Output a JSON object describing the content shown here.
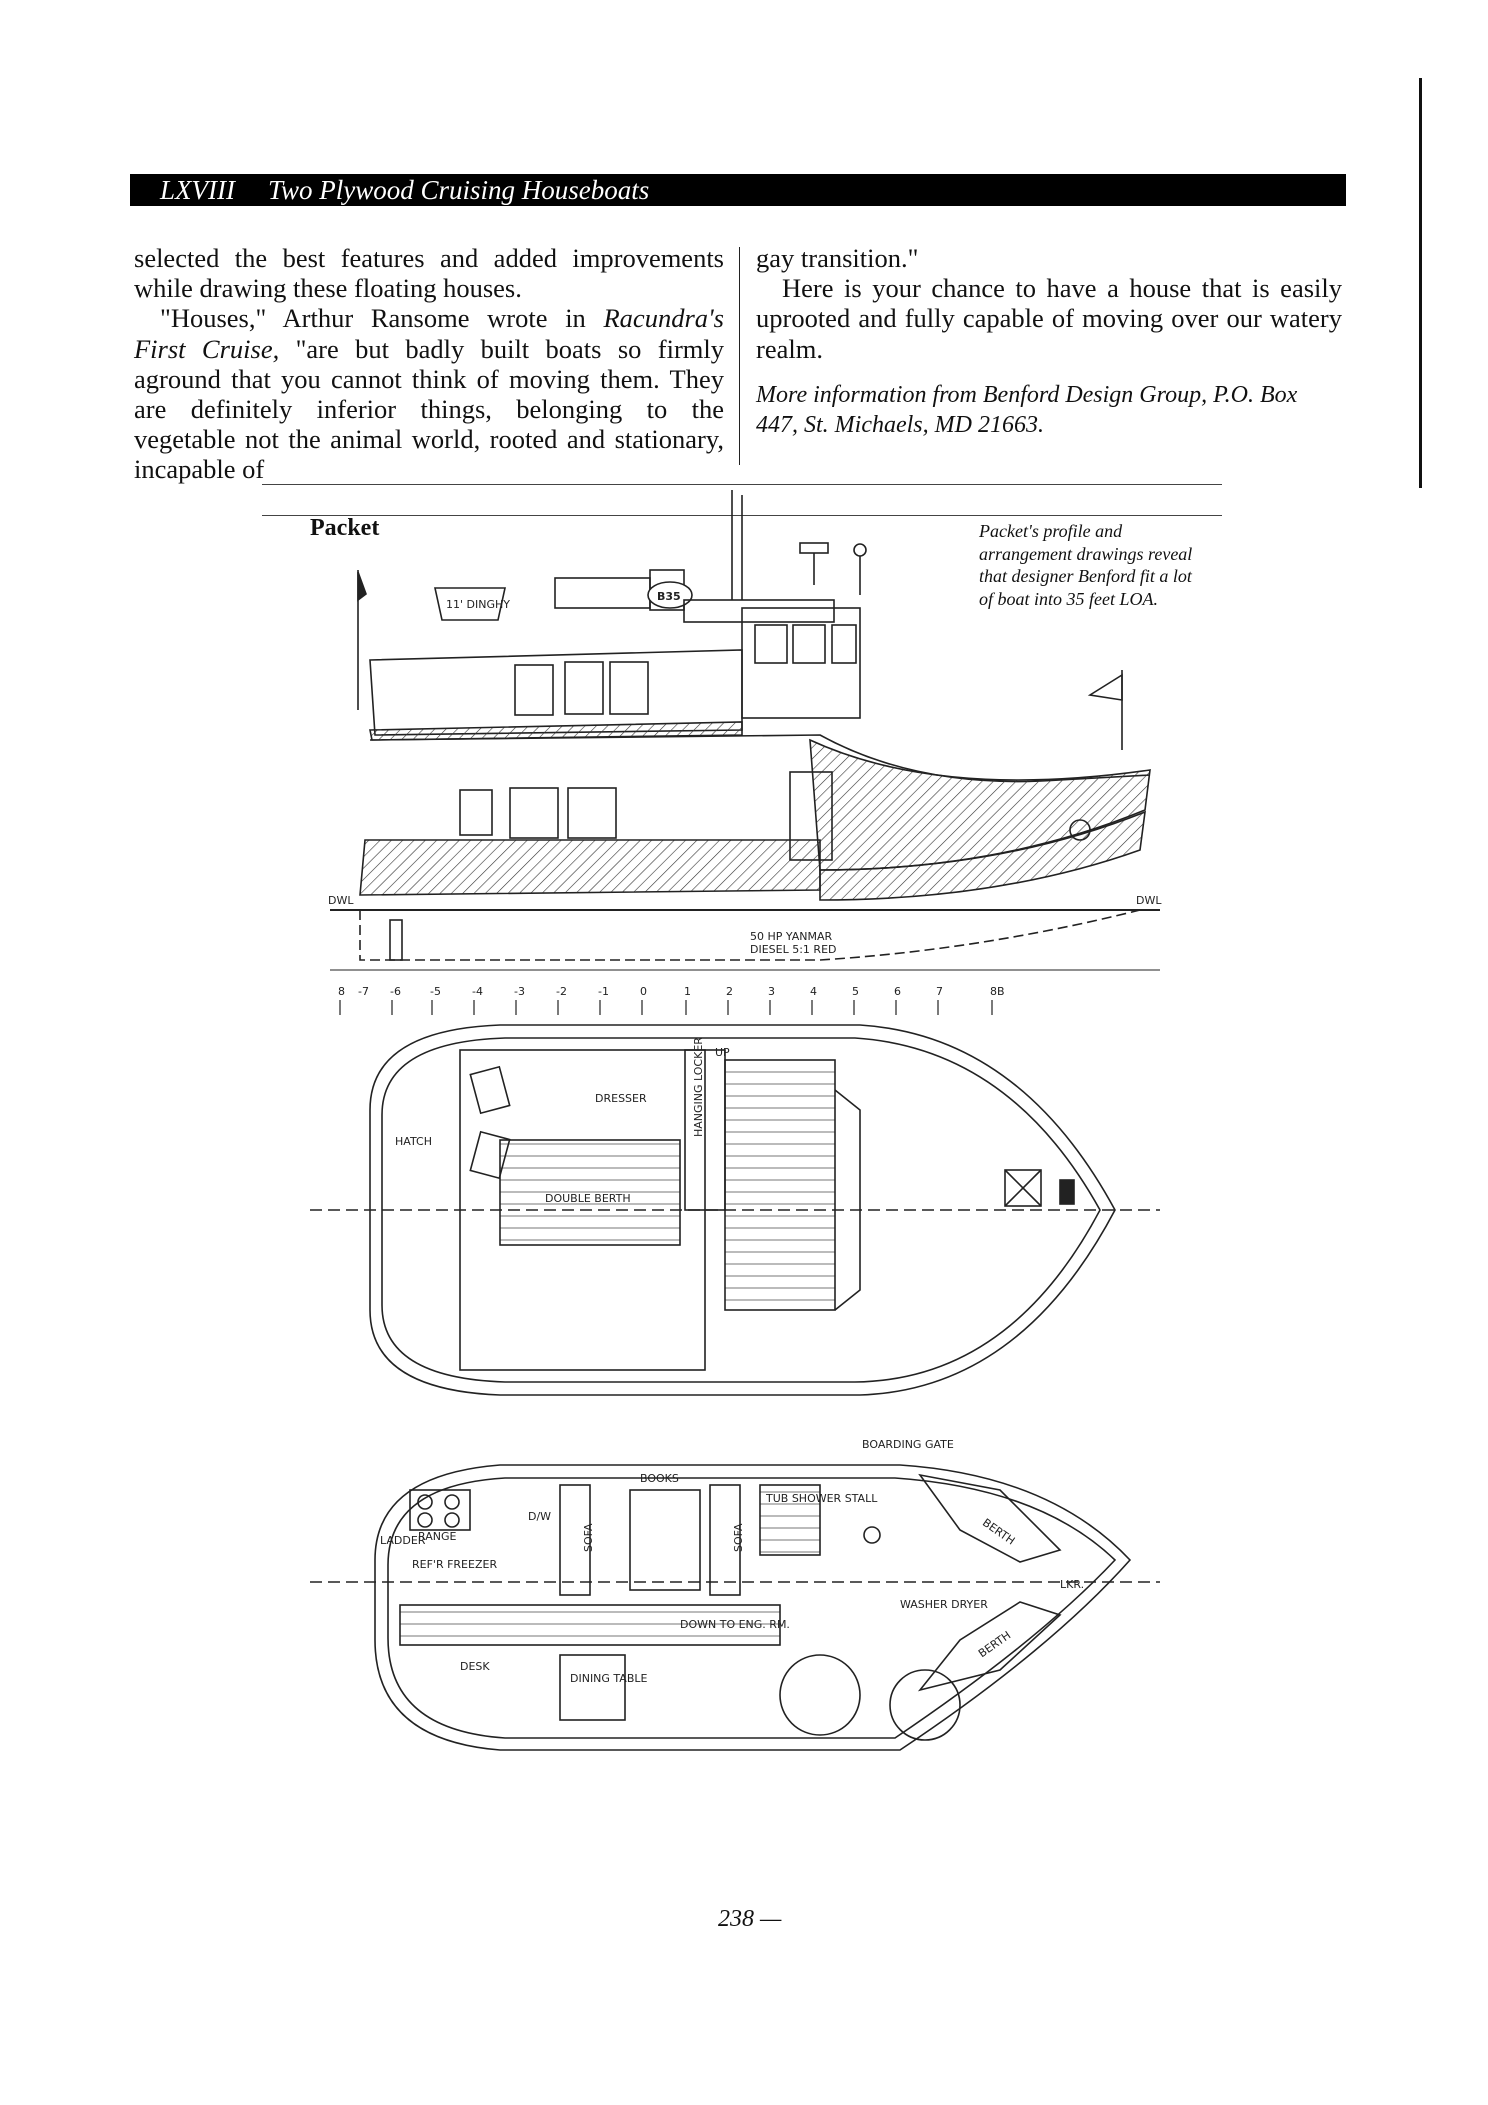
{
  "header": {
    "chapter": "LXVIII",
    "title": "Two Plywood Cruising Houseboats"
  },
  "left_column": {
    "p1": "selected the best features and added improvements while drawing these floating houses.",
    "p2_a": "\"Houses,\" Arthur Ransome wrote in ",
    "p2_book": "Racundra's First Cruise,",
    "p2_b": " \"are but badly built boats so firmly aground that you cannot think of moving them. They are definitely inferior things, belonging to the vegetable not the animal world, rooted and stationary, incapable of"
  },
  "right_column": {
    "p1": "gay transition.\"",
    "p2": "Here is your chance to have a house that is easily uprooted and fully capable of moving over our watery realm.",
    "more_info": "More information from Benford Design Group, P.O. Box 447, St. Michaels, MD 21663."
  },
  "figure": {
    "title": "Packet",
    "caption": "Packet's profile and arrangement drawings reveal that designer Benford fit a lot of boat into 35 feet LOA.",
    "labels": {
      "dinghy": "11' DINGHY",
      "hull_no": "B35",
      "engine": "50 HP YANMAR",
      "diesel": "DIESEL 5:1 RED",
      "dwl": "DWL",
      "hatch": "HATCH",
      "dresser": "DRESSER",
      "hanging_locker": "HANGING LOCKER",
      "double_berth": "DOUBLE BERTH",
      "books": "BOOKS",
      "up": "UP",
      "boarding_gate": "BOARDING GATE",
      "range": "RANGE",
      "dw": "D/W",
      "sofa": "SOFA",
      "tub_shower": "TUB SHOWER STALL",
      "ladder": "LADDER",
      "refrig": "REF'R FREEZER",
      "berth": "BERTH",
      "washer_dryer": "WASHER DRYER",
      "lkr": "LKR.",
      "down_eng": "DOWN TO ENG. RM.",
      "desk": "DESK",
      "dining_table": "DINING TABLE"
    },
    "stations": [
      "8",
      "-7",
      "-6",
      "-5",
      "-4",
      "-3",
      "-2",
      "-1",
      "0",
      "1",
      "2",
      "3",
      "4",
      "5",
      "6",
      "7",
      "8B"
    ]
  },
  "page_number": "238 —"
}
